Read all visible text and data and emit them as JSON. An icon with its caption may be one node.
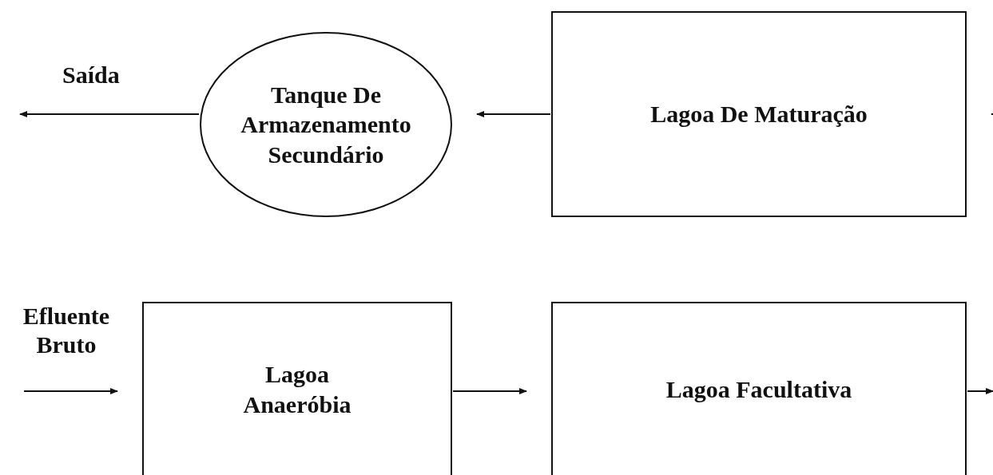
{
  "diagram": {
    "nodes": [
      {
        "text": [
          "Tanque De Armazenamento Secundário"
        ]
      },
      {
        "text": [
          "Lagoa De Maturação"
        ]
      },
      {
        "text": [
          "Lagoa Anaeróbia"
        ]
      },
      {
        "text": [
          "Lagoa Facultativa"
        ]
      }
    ],
    "edges": [
      {
        "from": null,
        "to": 2,
        "arrow": "to"
      },
      {
        "from": 2,
        "to": 3,
        "arrow": "to"
      },
      {
        "from": 3,
        "to": null,
        "arrow": "to"
      },
      {
        "from": null,
        "to": 1,
        "arrow": "to"
      },
      {
        "from": 1,
        "to": 0,
        "arrow": "to"
      },
      {
        "from": 0,
        "to": null,
        "arrow": "to"
      }
    ],
    "labels": [
      "Saída",
      "Efluente Bruto"
    ]
  }
}
